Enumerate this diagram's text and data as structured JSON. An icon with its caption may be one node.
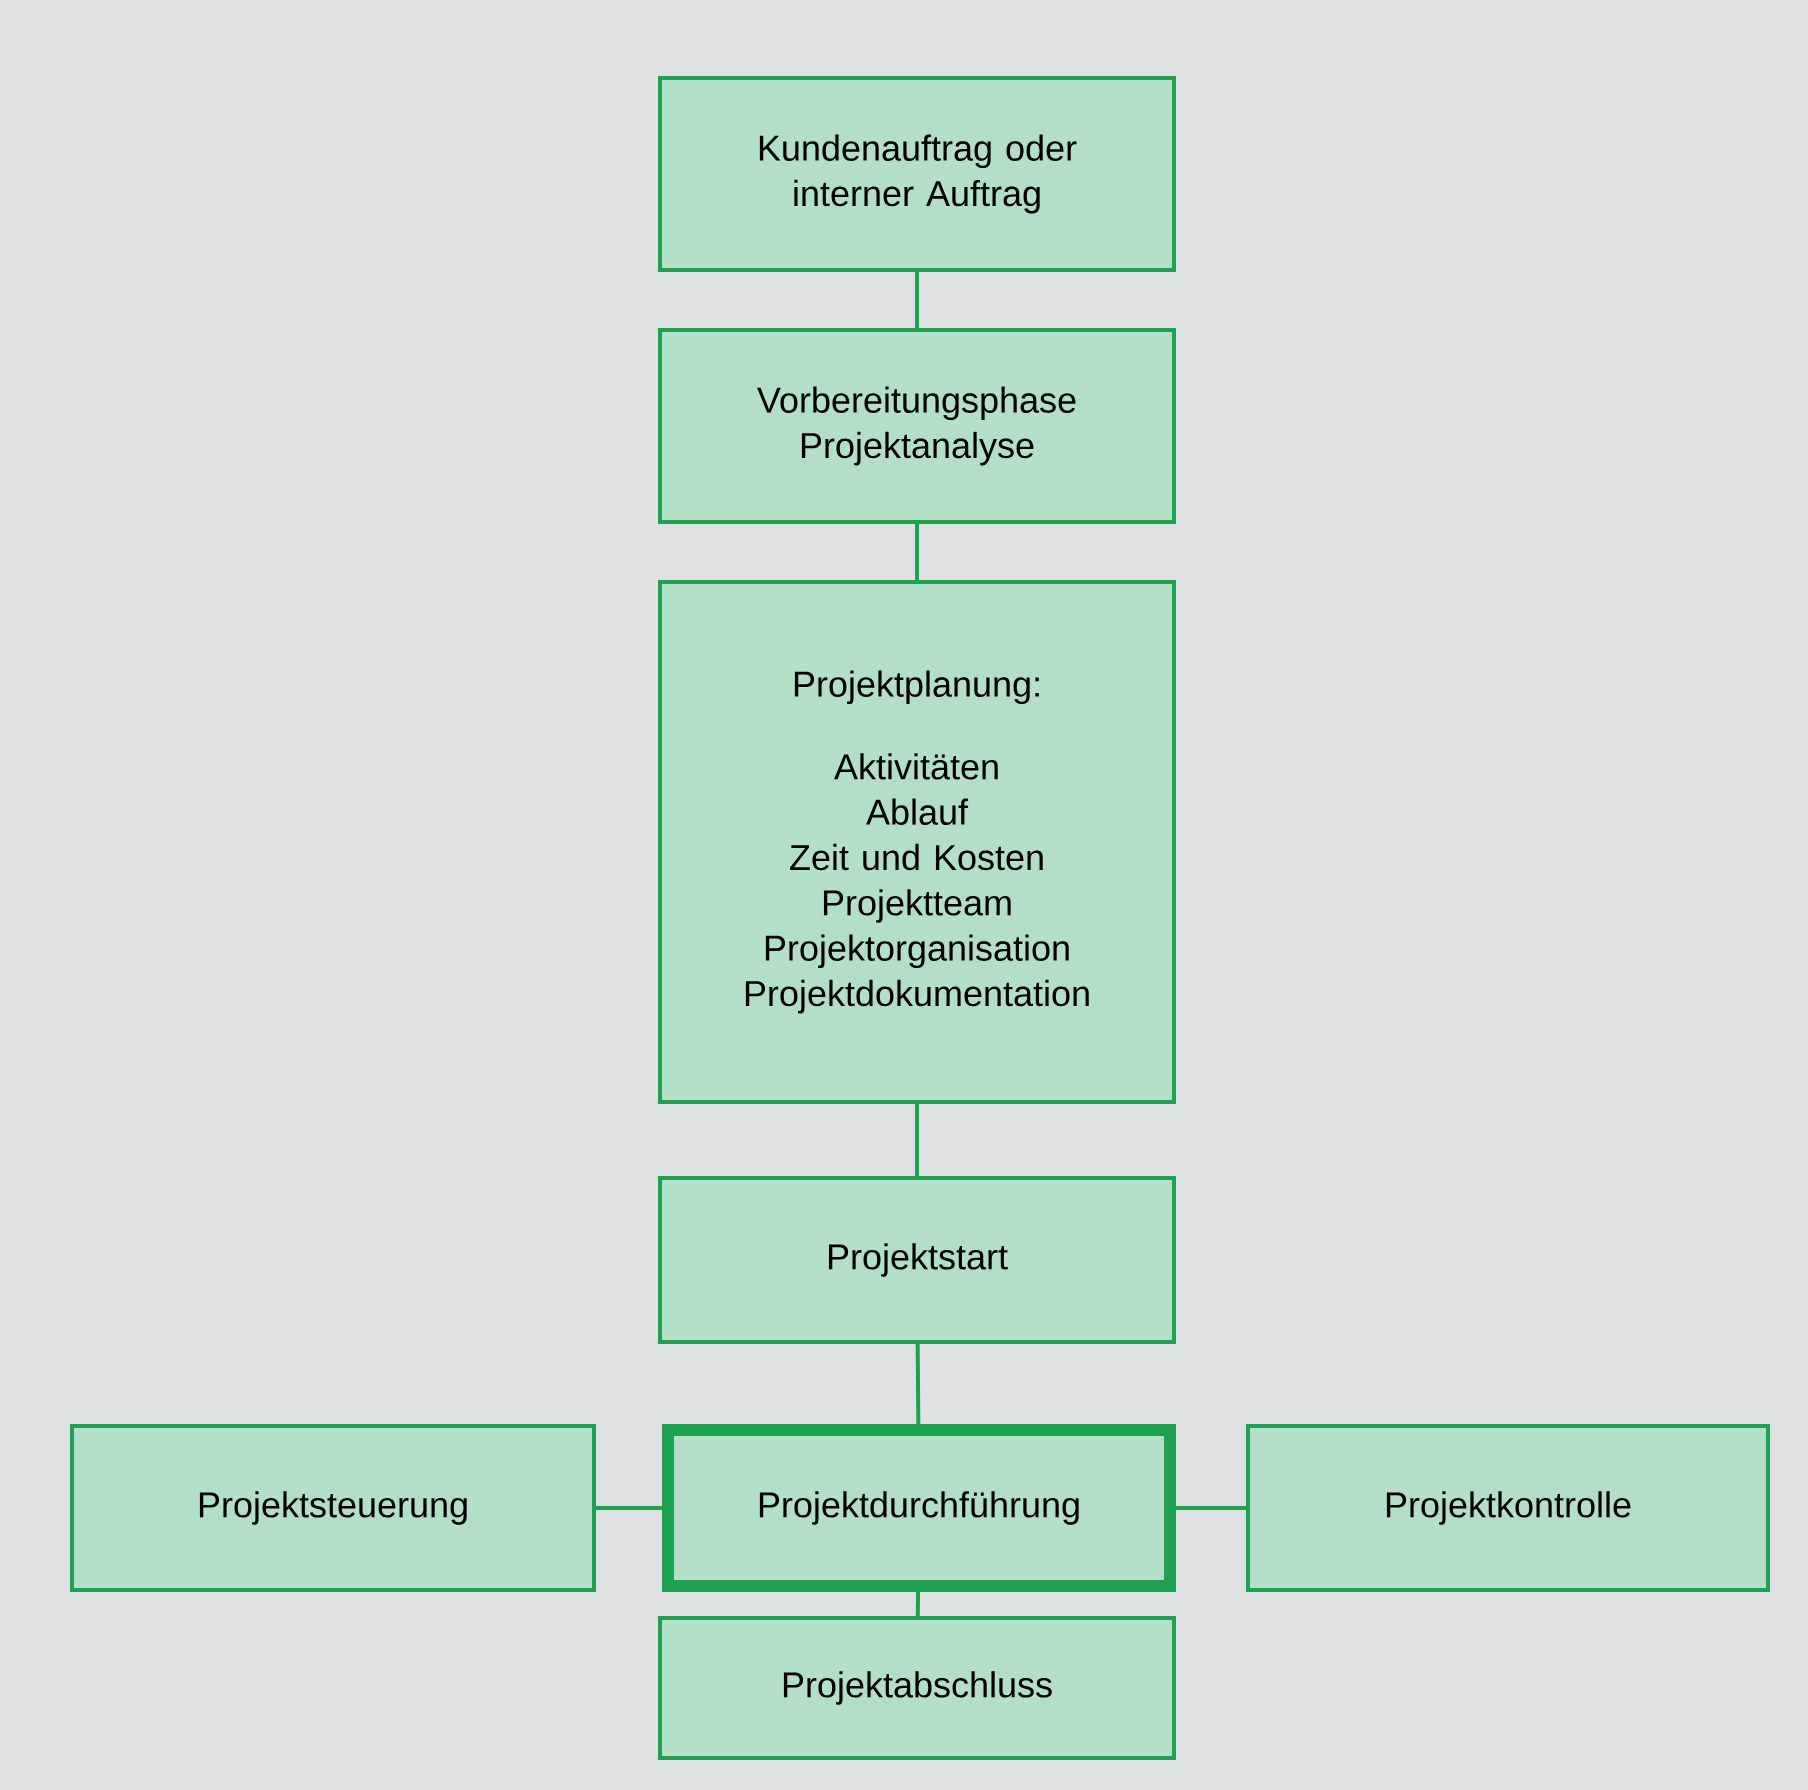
{
  "diagram": {
    "nodes": [
      {
        "text": [
          "Kundenauftrag oder interner Auftrag"
        ]
      },
      {
        "text": [
          "Vorbereitungsphase Projektanalyse"
        ]
      },
      {
        "text": [
          "Projektplanung:",
          "Aktivitäten",
          "Ablauf",
          "Zeit und Kosten",
          "Projektteam",
          "Projektorganisation",
          "Projektdokumentation"
        ]
      },
      {
        "text": [
          "Projektstart"
        ]
      },
      {
        "text": [
          "Projektsteuerung"
        ]
      },
      {
        "text": [
          "Projektdurchführung"
        ]
      },
      {
        "text": [
          "Projektkontrolle"
        ]
      },
      {
        "text": [
          "Projektabschluss"
        ]
      }
    ],
    "edges": [
      {
        "from": 0,
        "to": 1,
        "arrow": "none"
      },
      {
        "from": 1,
        "to": 2,
        "arrow": "none"
      },
      {
        "from": 2,
        "to": 3,
        "arrow": "none"
      },
      {
        "from": 3,
        "to": 5,
        "arrow": "none"
      },
      {
        "from": 4,
        "to": 5,
        "arrow": "none"
      },
      {
        "from": 5,
        "to": 6,
        "arrow": "none"
      },
      {
        "from": 5,
        "to": 7,
        "arrow": "none"
      }
    ]
  }
}
